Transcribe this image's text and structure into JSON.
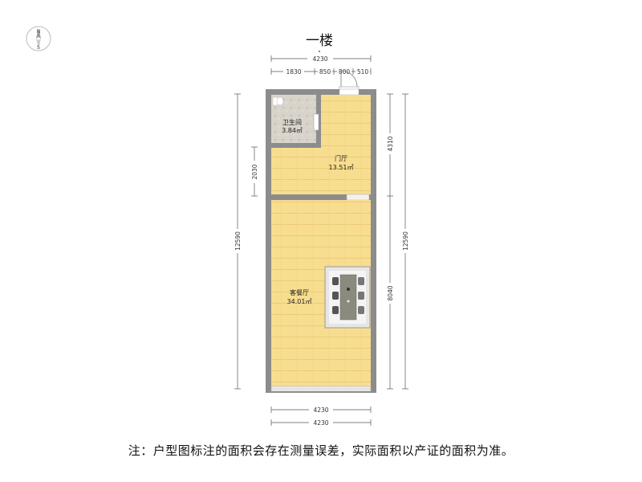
{
  "floor_title": "一楼",
  "compass": {
    "north": "N",
    "south": "S"
  },
  "top_dims": {
    "total": "4230",
    "seg1": "1830",
    "seg2": "850",
    "seg3": "800",
    "seg4": "510"
  },
  "bottom_dims": {
    "d1": "4230",
    "d2": "4230"
  },
  "left_dims": {
    "total": "12590",
    "upper": "2030"
  },
  "right_dims": {
    "total": "12590",
    "upper": "4310",
    "lower": "8040"
  },
  "rooms": {
    "bathroom": {
      "name": "卫生间",
      "area": "3.84㎡"
    },
    "foyer": {
      "name": "门厅",
      "area": "13.51㎡"
    },
    "living": {
      "name": "客餐厅",
      "area": "34.01㎡"
    }
  },
  "note": "注：户型图标注的面积会存在测量误差，实际面积以产证的面积为准。",
  "colors": {
    "wall": "#8c8c8c",
    "floor": "#f7dd8f",
    "floor_line": "#edcb76",
    "tile": "#d6d1c8"
  }
}
